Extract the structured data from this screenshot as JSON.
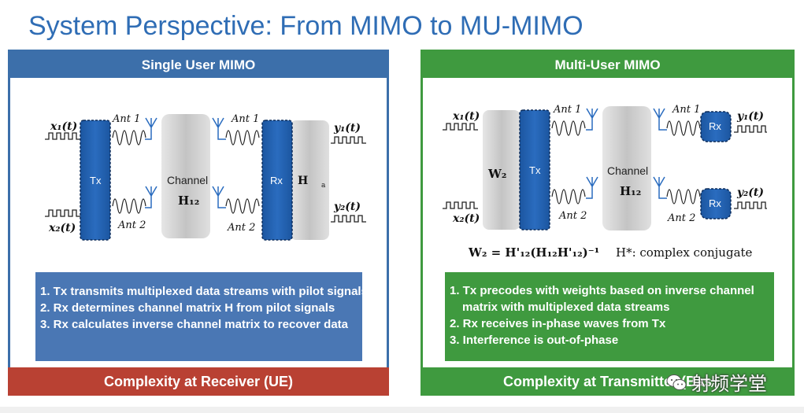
{
  "title": "System Perspective: From MIMO to MU-MIMO",
  "left": {
    "header": "Single User MIMO",
    "footer": "Complexity at Receiver (UE)",
    "labels": {
      "x1": "x₁(t)",
      "x2": "x₂(t)",
      "y1": "y₁(t)",
      "y2": "y₂(t)",
      "ant1_tx": "Ant 1",
      "ant2_tx": "Ant 2",
      "ant1_rx": "Ant 1",
      "ant2_rx": "Ant 2",
      "tx": "Tx",
      "rx": "Rx",
      "channel": "Channel",
      "h12": "H₁₂",
      "h": "H",
      "h_sub": "a"
    },
    "notes": [
      "1. Tx transmits multiplexed data streams with pilot signals",
      "2. Rx determines channel matrix H from pilot signals",
      "3. Rx calculates inverse channel matrix to recover data"
    ]
  },
  "right": {
    "header": "Multi-User MIMO",
    "footer": "Complexity at Transmitter (Bas",
    "labels": {
      "x1": "x₁(t)",
      "x2": "x₂(t)",
      "y1": "y₁(t)",
      "y2": "y₂(t)",
      "ant1_tx": "Ant 1",
      "ant2_tx": "Ant 2",
      "ant1_rx": "Ant 1",
      "ant2_rx": "Ant 2",
      "tx": "Tx",
      "rx1": "Rx",
      "rx2": "Rx",
      "channel": "Channel",
      "h12": "H₁₂",
      "w2": "W₂"
    },
    "formula": "W₂ = H'₁₂(H₁₂H'₁₂)⁻¹",
    "formula_note": "H*: complex conjugate",
    "notes": [
      "1. Tx precodes with weights based on inverse channel",
      "matrix with multiplexed data streams",
      "2. Rx receives in-phase waves from Tx",
      "3. Interference is out-of-phase"
    ]
  },
  "watermark": "射频学堂",
  "colors": {
    "title": "#2f6db5",
    "blue_header": "#3c6faa",
    "green_header": "#3f9a3f",
    "red_footer": "#b94133",
    "block_blue": "#1d5ba6",
    "block_gray": "#cfcfcf"
  }
}
